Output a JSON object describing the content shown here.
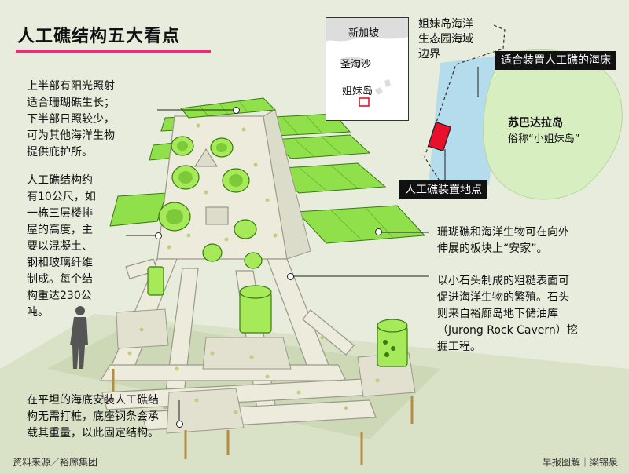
{
  "title": "人工礁结构五大看点",
  "callouts": {
    "sunlight": "上半部有阳光照射\n适合珊瑚礁生长；\n下半部日照较少，\n可为其他海洋生物\n提供庇护所。",
    "size": "人工礁结构约\n有10公尺，如\n一栋三层楼排\n屋的高度，主\n要以混凝土、\n钢和玻璃纤维\n制成。每个结\n构重达230公\n吨。",
    "panels": "珊瑚礁和海洋生物可在向外\n伸展的板块上“安家”。",
    "surface": "以小石头制成的粗糙表面可\n促进海洋生物的繁殖。石头\n则来自裕廊岛地下储油库\n（Jurong Rock Cavern）挖\n掘工程。",
    "base": "在平坦的海底安装人工礁结\n构无需打桩，底座钢条会承\n载其重量，以此固定结构。"
  },
  "inset_map": {
    "labels": [
      "新加坡",
      "圣淘沙",
      "姐妹岛"
    ]
  },
  "map": {
    "park_boundary": "姐妹岛海洋\n生态园海域\n边界",
    "seabed_tag": "适合装置人工礁的海床",
    "install_tag": "人工礁装置地点",
    "island_name": "苏巴达拉岛",
    "island_alias": "俗称“小姐妹岛”"
  },
  "footer": {
    "source": "资料来源／裕廊集团",
    "credit": "早报图解｜梁锦泉"
  },
  "colors": {
    "accent": "#e62e7b",
    "panel_green": "#7ed321",
    "concrete": "#eceade",
    "install_site": "#e8102a",
    "seabed_blue": "#a8d8f0",
    "island_green": "#d7eec0"
  }
}
